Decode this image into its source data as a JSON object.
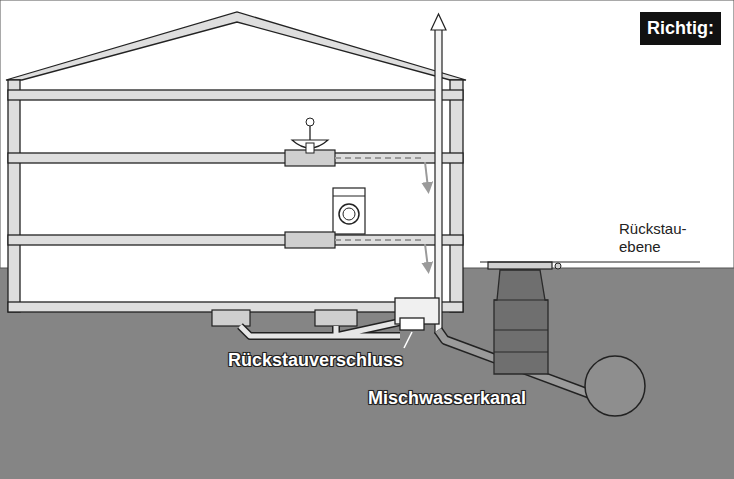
{
  "diagram": {
    "nodes": [
      {
        "text": [
          "Richtig:"
        ]
      }
    ],
    "labels": [
      "Rückstau- ebene",
      "Rückstauverschluss",
      "Mischwasserkanal"
    ]
  }
}
